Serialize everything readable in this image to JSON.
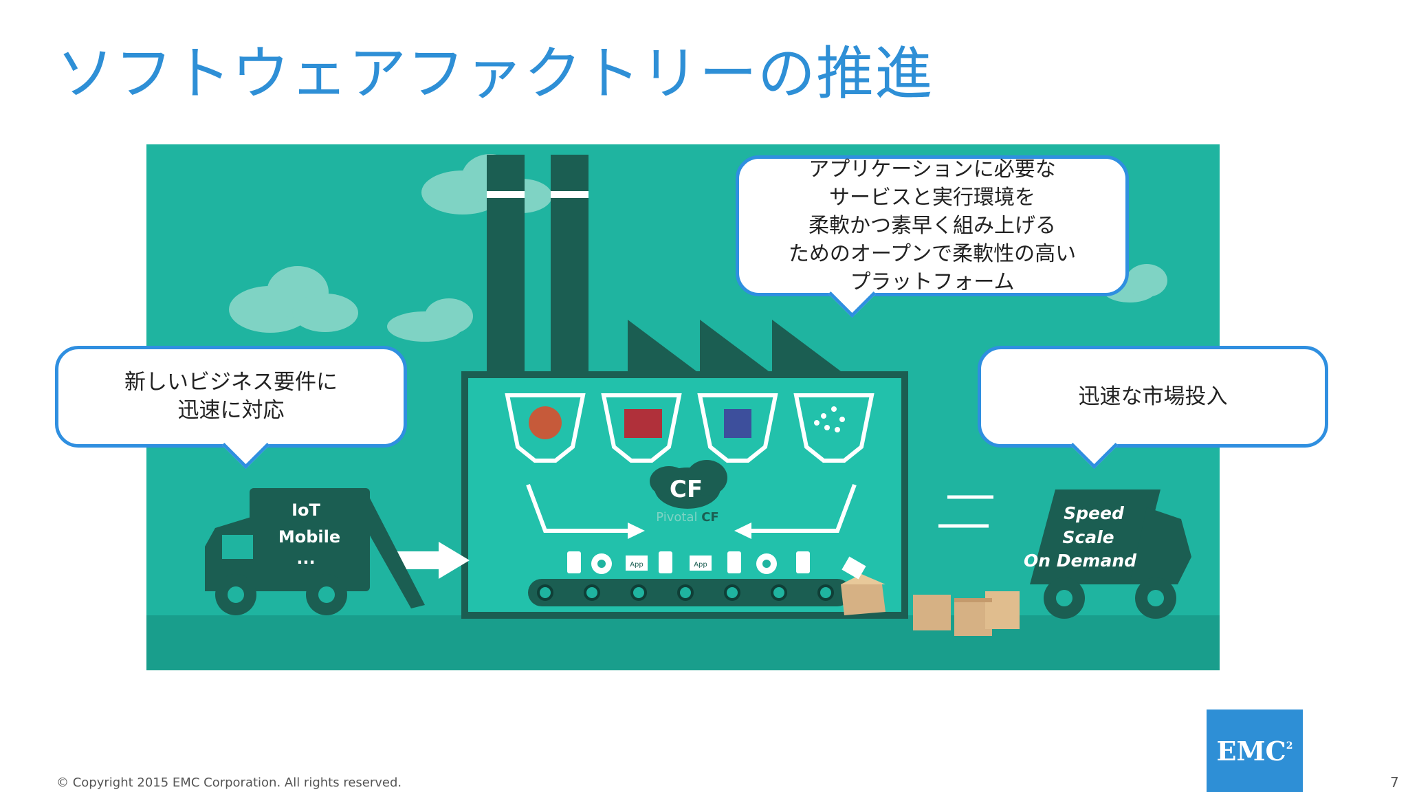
{
  "slide": {
    "title": "ソフトウェアファクトリーの推進",
    "page_number": "7",
    "copyright": "© Copyright 2015 EMC Corporation. All rights reserved.",
    "logo": {
      "text": "EMC",
      "superscript": "2",
      "color": "#2e8fd6"
    }
  },
  "illustration": {
    "truck_left_labels": [
      "IoT",
      "Mobile",
      "..."
    ],
    "platform_logo": "CF",
    "platform_caption": {
      "prefix": "Pivotal",
      "suffix": "CF"
    },
    "conveyor_app_label": "App",
    "truck_right_labels": [
      "Speed",
      "Scale",
      "On Demand"
    ],
    "colors": {
      "background": "#1fb4a0",
      "dark": "#1b5e52",
      "ground": "#199e8c"
    }
  },
  "callouts": {
    "left": [
      "新しいビジネス要件に",
      "迅速に対応"
    ],
    "center": [
      "アプリケーションに必要な",
      "サービスと実行環境を",
      "柔軟かつ素早く組み上げる",
      "ためのオープンで柔軟性の高い",
      "プラットフォーム"
    ],
    "right": [
      "迅速な市場投入"
    ]
  }
}
